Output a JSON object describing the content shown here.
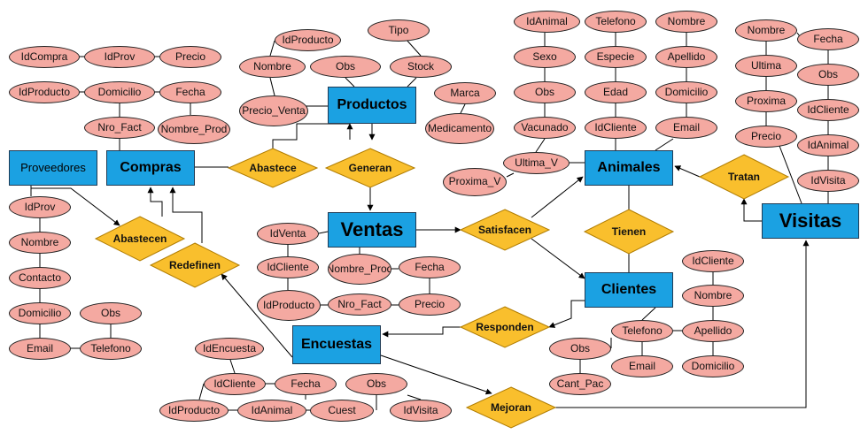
{
  "diagram": {
    "entities": [
      {
        "id": "proveedores",
        "label": "Proveedores"
      },
      {
        "id": "compras",
        "label": "Compras"
      },
      {
        "id": "productos",
        "label": "Productos"
      },
      {
        "id": "ventas",
        "label": "Ventas"
      },
      {
        "id": "animales",
        "label": "Animales"
      },
      {
        "id": "clientes",
        "label": "Clientes"
      },
      {
        "id": "visitas",
        "label": "Visitas"
      },
      {
        "id": "encuestas",
        "label": "Encuestas"
      }
    ],
    "relationships": [
      {
        "id": "abastece",
        "label": "Abastece"
      },
      {
        "id": "generan",
        "label": "Generan"
      },
      {
        "id": "abastecen",
        "label": "Abastecen"
      },
      {
        "id": "redefinen",
        "label": "Redefinen"
      },
      {
        "id": "satisfacen",
        "label": "Satisfacen"
      },
      {
        "id": "tienen",
        "label": "Tienen"
      },
      {
        "id": "tratan",
        "label": "Tratan"
      },
      {
        "id": "responden",
        "label": "Responden"
      },
      {
        "id": "mejoran",
        "label": "Mejoran"
      }
    ],
    "attributes": [
      {
        "id": "compras_idcompra",
        "label": "IdCompra"
      },
      {
        "id": "compras_idprov",
        "label": "IdProv"
      },
      {
        "id": "compras_precio",
        "label": "Precio"
      },
      {
        "id": "compras_idproducto",
        "label": "IdProducto"
      },
      {
        "id": "compras_domicilio",
        "label": "Domicilio"
      },
      {
        "id": "compras_fecha",
        "label": "Fecha"
      },
      {
        "id": "compras_nro_fact",
        "label": "Nro_Fact"
      },
      {
        "id": "compras_nombre_prod",
        "label": "Nombre_Prod"
      },
      {
        "id": "prod_idproducto",
        "label": "IdProducto"
      },
      {
        "id": "prod_tipo",
        "label": "Tipo"
      },
      {
        "id": "prod_nombre",
        "label": "Nombre"
      },
      {
        "id": "prod_obs",
        "label": "Obs"
      },
      {
        "id": "prod_stock",
        "label": "Stock"
      },
      {
        "id": "prod_precio_venta",
        "label": "Precio_Venta"
      },
      {
        "id": "prod_marca",
        "label": "Marca"
      },
      {
        "id": "prod_medicamento",
        "label": "Medicamento"
      },
      {
        "id": "an_idanimal",
        "label": "IdAnimal"
      },
      {
        "id": "an_sexo",
        "label": "Sexo"
      },
      {
        "id": "an_obs",
        "label": "Obs"
      },
      {
        "id": "an_vacunado",
        "label": "Vacunado"
      },
      {
        "id": "an_telefono",
        "label": "Telefono"
      },
      {
        "id": "an_especie",
        "label": "Especie"
      },
      {
        "id": "an_edad",
        "label": "Edad"
      },
      {
        "id": "an_idcliente",
        "label": "IdCliente"
      },
      {
        "id": "an_nombre",
        "label": "Nombre"
      },
      {
        "id": "an_apellido",
        "label": "Apellido"
      },
      {
        "id": "an_domicilio",
        "label": "Domicilio"
      },
      {
        "id": "an_email",
        "label": "Email"
      },
      {
        "id": "an_ultima_v",
        "label": "Ultima_V"
      },
      {
        "id": "an_proxima_v",
        "label": "Proxima_V"
      },
      {
        "id": "vis_nombre",
        "label": "Nombre"
      },
      {
        "id": "vis_fecha",
        "label": "Fecha"
      },
      {
        "id": "vis_ultima",
        "label": "Ultima"
      },
      {
        "id": "vis_obs",
        "label": "Obs"
      },
      {
        "id": "vis_proxima",
        "label": "Proxima"
      },
      {
        "id": "vis_idcliente",
        "label": "IdCliente"
      },
      {
        "id": "vis_precio",
        "label": "Precio"
      },
      {
        "id": "vis_idanimal",
        "label": "IdAnimal"
      },
      {
        "id": "vis_idvisita",
        "label": "IdVisita"
      },
      {
        "id": "prov_idprov",
        "label": "IdProv"
      },
      {
        "id": "prov_nombre",
        "label": "Nombre"
      },
      {
        "id": "prov_contacto",
        "label": "Contacto"
      },
      {
        "id": "prov_domicilio",
        "label": "Domicilio"
      },
      {
        "id": "prov_obs",
        "label": "Obs"
      },
      {
        "id": "prov_email",
        "label": "Email"
      },
      {
        "id": "prov_telefono",
        "label": "Telefono"
      },
      {
        "id": "ven_idventa",
        "label": "IdVenta"
      },
      {
        "id": "ven_idcliente",
        "label": "IdCliente"
      },
      {
        "id": "ven_nombre_prod",
        "label": "Nombre_Prod"
      },
      {
        "id": "ven_fecha",
        "label": "Fecha"
      },
      {
        "id": "ven_idproducto",
        "label": "IdProducto"
      },
      {
        "id": "ven_nro_fact",
        "label": "Nro_Fact"
      },
      {
        "id": "ven_precio",
        "label": "Precio"
      },
      {
        "id": "cli_idcliente",
        "label": "IdCliente"
      },
      {
        "id": "cli_nombre",
        "label": "Nombre"
      },
      {
        "id": "cli_telefono",
        "label": "Telefono"
      },
      {
        "id": "cli_apellido",
        "label": "Apellido"
      },
      {
        "id": "cli_obs",
        "label": "Obs"
      },
      {
        "id": "cli_email",
        "label": "Email"
      },
      {
        "id": "cli_domicilio",
        "label": "Domicilio"
      },
      {
        "id": "cli_cant_pac",
        "label": "Cant_Pac"
      },
      {
        "id": "enc_idencuesta",
        "label": "IdEncuesta"
      },
      {
        "id": "enc_idcliente",
        "label": "IdCliente"
      },
      {
        "id": "enc_fecha",
        "label": "Fecha"
      },
      {
        "id": "enc_obs",
        "label": "Obs"
      },
      {
        "id": "enc_idproducto",
        "label": "IdProducto"
      },
      {
        "id": "enc_idanimal",
        "label": "IdAnimal"
      },
      {
        "id": "enc_cuest",
        "label": "Cuest"
      },
      {
        "id": "enc_idvisita",
        "label": "IdVisita"
      }
    ],
    "colors": {
      "entity_fill": "#1ba1e2",
      "relationship_fill": "#f9bf2d",
      "attribute_fill": "#f4a9a1",
      "line": "#000000"
    }
  }
}
